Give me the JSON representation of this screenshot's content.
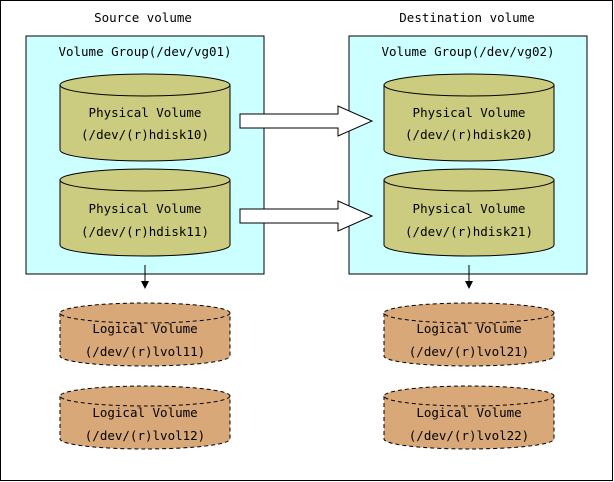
{
  "source": {
    "heading": "Source volume",
    "group_label": "Volume Group(/dev/vg01)",
    "physical_volumes": [
      {
        "line1": "Physical Volume",
        "line2": "(/dev/(r)hdisk10)"
      },
      {
        "line1": "Physical Volume",
        "line2": "(/dev/(r)hdisk11)"
      }
    ],
    "logical_volumes": [
      {
        "line1": "Logical Volume",
        "line2": "(/dev/(r)lvol11)"
      },
      {
        "line1": "Logical Volume",
        "line2": "(/dev/(r)lvol12)"
      }
    ]
  },
  "destination": {
    "heading": "Destination volume",
    "group_label": "Volume Group(/dev/vg02)",
    "physical_volumes": [
      {
        "line1": "Physical Volume",
        "line2": "(/dev/(r)hdisk20)"
      },
      {
        "line1": "Physical Volume",
        "line2": "(/dev/(r)hdisk21)"
      }
    ],
    "logical_volumes": [
      {
        "line1": "Logical Volume",
        "line2": "(/dev/(r)lvol21)"
      },
      {
        "line1": "Logical Volume",
        "line2": "(/dev/(r)lvol22)"
      }
    ]
  },
  "colors": {
    "group_fill": "#ccffff",
    "physical_fill": "#cccc80",
    "logical_fill": "#d8a878",
    "stroke": "#000000"
  }
}
